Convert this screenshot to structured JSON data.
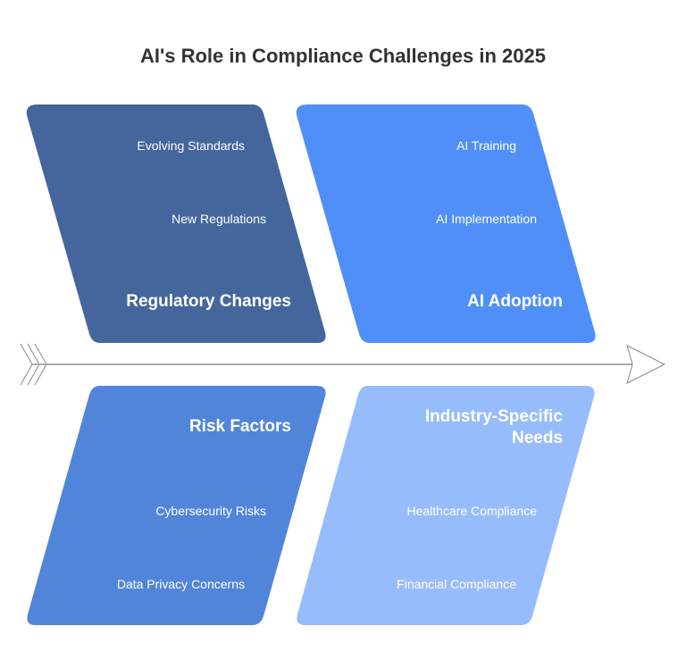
{
  "title": "AI's Role in Compliance Challenges in 2025",
  "colors": {
    "regulatory": "#44669c",
    "adoption": "#4f8ff7",
    "risk": "#5185d9",
    "industry": "#97bcfb",
    "spine": "#aaaaaa"
  },
  "categories": {
    "regulatory": {
      "label": "Regulatory Changes",
      "items": [
        "Evolving Standards",
        "New Regulations"
      ]
    },
    "adoption": {
      "label": "AI Adoption",
      "items": [
        "AI Training",
        "AI Implementation"
      ]
    },
    "risk": {
      "label": "Risk Factors",
      "items": [
        "Cybersecurity Risks",
        "Data Privacy Concerns"
      ]
    },
    "industry": {
      "label": "Industry-Specific Needs",
      "items": [
        "Healthcare Compliance",
        "Financial Compliance"
      ]
    }
  }
}
